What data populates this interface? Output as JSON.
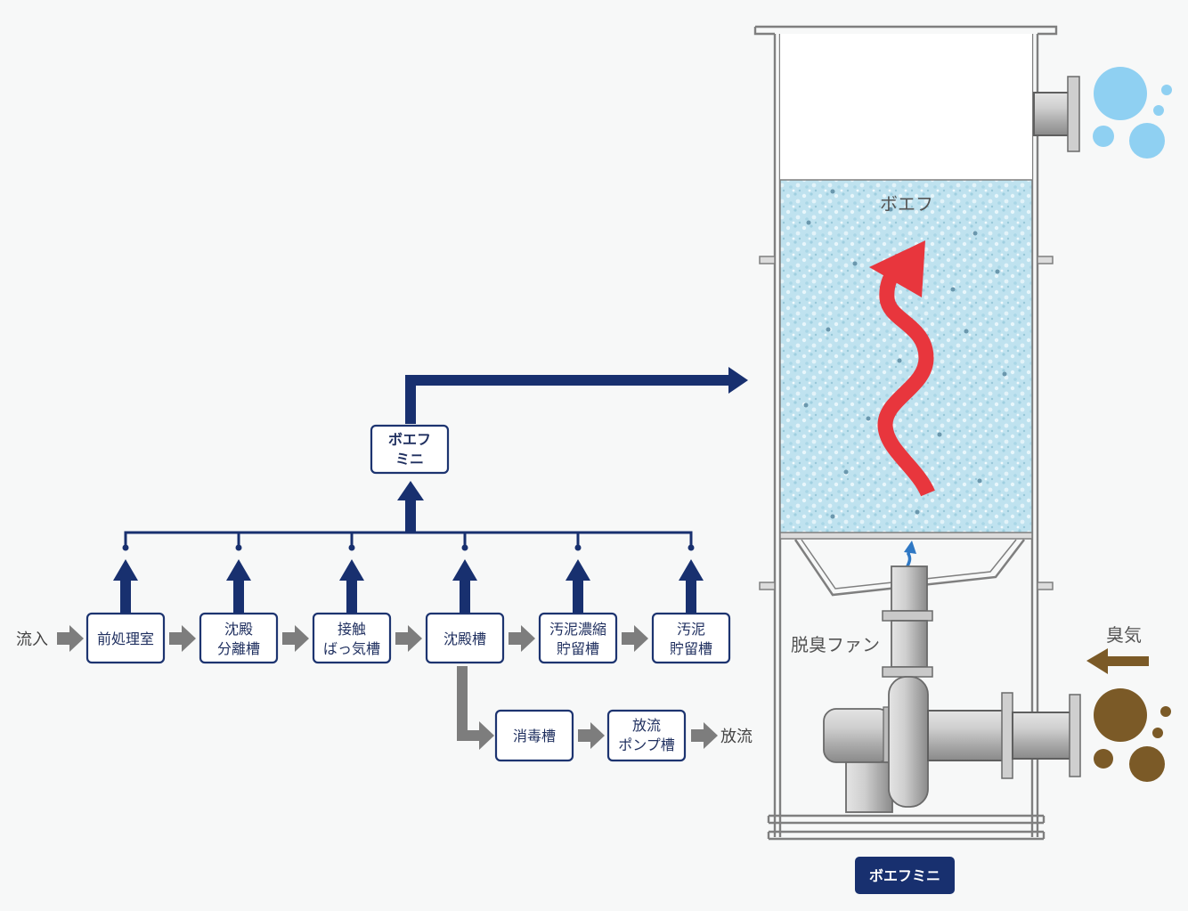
{
  "flow": {
    "inflow_label": "流入",
    "discharge_label": "放流",
    "main_process": [
      {
        "line1": "前処理室",
        "line2": ""
      },
      {
        "line1": "沈殿",
        "line2": "分離槽"
      },
      {
        "line1": "接触",
        "line2": "ばっ気槽"
      },
      {
        "line1": "沈殿槽",
        "line2": ""
      },
      {
        "line1": "汚泥濃縮",
        "line2": "貯留槽"
      },
      {
        "line1": "汚泥",
        "line2": "貯留槽"
      }
    ],
    "sub_process": [
      {
        "line1": "消毒槽",
        "line2": ""
      },
      {
        "line1": "放流",
        "line2": "ポンプ槽"
      }
    ],
    "collector": {
      "line1": "ボエフ",
      "line2": "ミニ"
    }
  },
  "tank": {
    "media_label": "ボエフ",
    "fan_label": "脱臭ファン",
    "odor_label": "臭気",
    "product_badge": "ボエフミニ"
  },
  "colors": {
    "navy": "#18306f",
    "arrow_red": "#e8363d",
    "odor_brown": "#7b5a27",
    "clean_blue": "#8fd0f2"
  }
}
